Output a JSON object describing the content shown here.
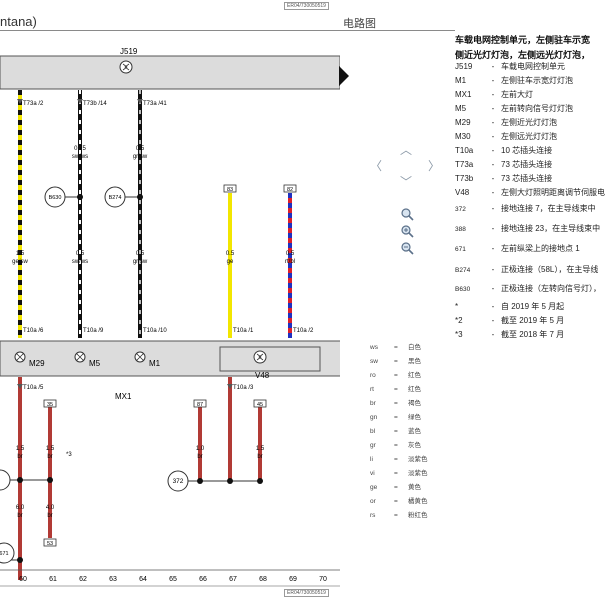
{
  "header": {
    "title_left": "ntana)",
    "title_center": "电路图",
    "code_top": "ER04/730050519",
    "code_bottom": "ER04/730050519"
  },
  "legend": {
    "heading_line1": "车载电网控制单元，左侧驻车示宽",
    "heading_line2": "侧近光灯灯泡，左侧远光灯灯泡，",
    "components": [
      {
        "id": "J519",
        "desc": "车载电网控制单元"
      },
      {
        "id": "M1",
        "desc": "左侧驻车示宽灯灯泡"
      },
      {
        "id": "MX1",
        "desc": "左前大灯"
      },
      {
        "id": "M5",
        "desc": "左前转向信号灯灯泡"
      },
      {
        "id": "M29",
        "desc": "左侧近光灯灯泡"
      },
      {
        "id": "M30",
        "desc": "左侧远光灯灯泡"
      },
      {
        "id": "T10a",
        "desc": "10 芯插头连接"
      },
      {
        "id": "T73a",
        "desc": "73 芯插头连接"
      },
      {
        "id": "T73b",
        "desc": "73 芯插头连接"
      },
      {
        "id": "V48",
        "desc": "左侧大灯照明距离调节伺服电"
      },
      {
        "id": "372",
        "desc": "接地连接 7，在主导线束中"
      },
      {
        "id": "388",
        "desc": "接地连接 23，在主导线束中"
      },
      {
        "id": "671",
        "desc": "左前纵梁上的接地点 1"
      },
      {
        "id": "B274",
        "desc": "正极连接（58L），在主导线"
      },
      {
        "id": "B630",
        "desc": "正极连接（左转向信号灯），"
      },
      {
        "id": "*",
        "desc": "自 2019 年 5 月起"
      },
      {
        "id": "*2",
        "desc": "截至 2019 年 5 月"
      },
      {
        "id": "*3",
        "desc": "截至 2018 年 7 月"
      }
    ]
  },
  "color_codes": [
    {
      "abbr": "ws",
      "name": "白色"
    },
    {
      "abbr": "sw",
      "name": "黑色"
    },
    {
      "abbr": "ro",
      "name": "红色"
    },
    {
      "abbr": "rt",
      "name": "红色"
    },
    {
      "abbr": "br",
      "name": "褐色"
    },
    {
      "abbr": "gn",
      "name": "绿色"
    },
    {
      "abbr": "bl",
      "name": "蓝色"
    },
    {
      "abbr": "gr",
      "name": "灰色"
    },
    {
      "abbr": "li",
      "name": "淡紫色"
    },
    {
      "abbr": "vi",
      "name": "淡紫色"
    },
    {
      "abbr": "ge",
      "name": "黄色"
    },
    {
      "abbr": "or",
      "name": "橘黄色"
    },
    {
      "abbr": "rs",
      "name": "粉红色"
    }
  ],
  "diagram": {
    "j519_label": "J519",
    "mx1_label": "MX1",
    "v48_label": "V48",
    "m29_label": "M29",
    "m5_label": "M5",
    "m1_label": "M1",
    "b630": "B630",
    "b274": "B274",
    "g372": "372",
    "g671": "671",
    "box83": "83",
    "box82": "82",
    "box35": "35",
    "box87": "87",
    "box45": "45",
    "box53": "53",
    "note_star3": "*3",
    "pins_top": [
      "T73a /2",
      "T73b /14",
      "T73a /41"
    ],
    "pins_mid": [
      "T10a /6",
      "T10a /9",
      "T10a /10",
      "T10a /1",
      "T10a /2"
    ],
    "pins_low": [
      "T10a /5",
      "T10a /3"
    ],
    "wires_upper": [
      {
        "size": "0.75",
        "color": "sw/ws"
      },
      {
        "size": "0.5",
        "color": "gr/sw"
      }
    ],
    "wires_mid": [
      {
        "size": "1.5",
        "color": "ge/sw"
      },
      {
        "size": "0.5",
        "color": "sw/ws"
      },
      {
        "size": "0.5",
        "color": "gr/sw"
      },
      {
        "size": "0.5",
        "color": "ge"
      },
      {
        "size": "0.5",
        "color": "rt/bl"
      }
    ],
    "wires_low": [
      {
        "size": "1.5",
        "color": "br"
      },
      {
        "size": "1.5",
        "color": "br"
      },
      {
        "size": "1.0",
        "color": "br"
      },
      {
        "size": "1.5",
        "color": "br"
      }
    ],
    "wires_bottom": [
      {
        "size": "6.0",
        "color": "br"
      },
      {
        "size": "4.0",
        "color": "br"
      }
    ],
    "axis_numbers": [
      "60",
      "61",
      "62",
      "63",
      "64",
      "65",
      "66",
      "67",
      "68",
      "69",
      "70"
    ]
  },
  "palette": {
    "wire_yellow": "#f2e600",
    "wire_black": "#111111",
    "wire_brown": "#b13a35",
    "wire_red": "#e0202a",
    "wire_blue": "#2030c0",
    "module_fill": "#dcdcdc"
  }
}
